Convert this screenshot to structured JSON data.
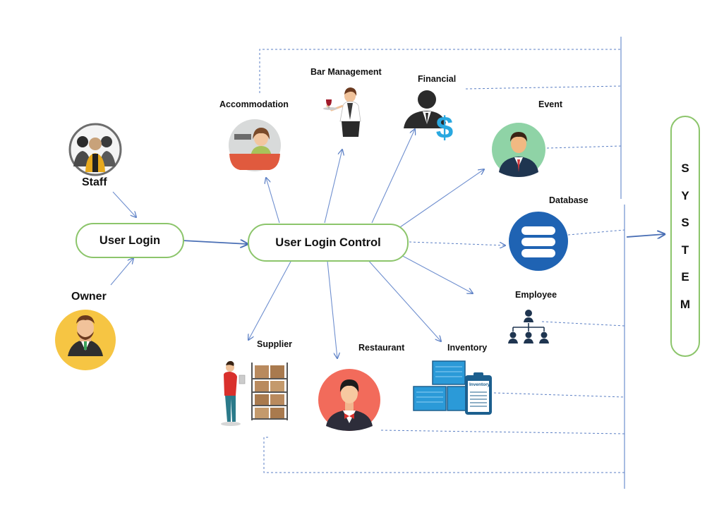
{
  "diagram": {
    "user_login": "User Login",
    "user_login_control": "User Login Control",
    "system_letters": [
      "S",
      "Y",
      "S",
      "T",
      "E",
      "M"
    ],
    "actors": {
      "staff": "Staff",
      "owner": "Owner"
    },
    "modules": {
      "accommodation": "Accommodation",
      "bar_management": "Bar Management",
      "financial": "Financial",
      "event": "Event",
      "database": "Database",
      "employee": "Employee",
      "supplier": "Supplier",
      "restaurant": "Restaurant",
      "inventory": "Inventory"
    },
    "icon_texts": {
      "inventory_board": "Inventory"
    }
  }
}
